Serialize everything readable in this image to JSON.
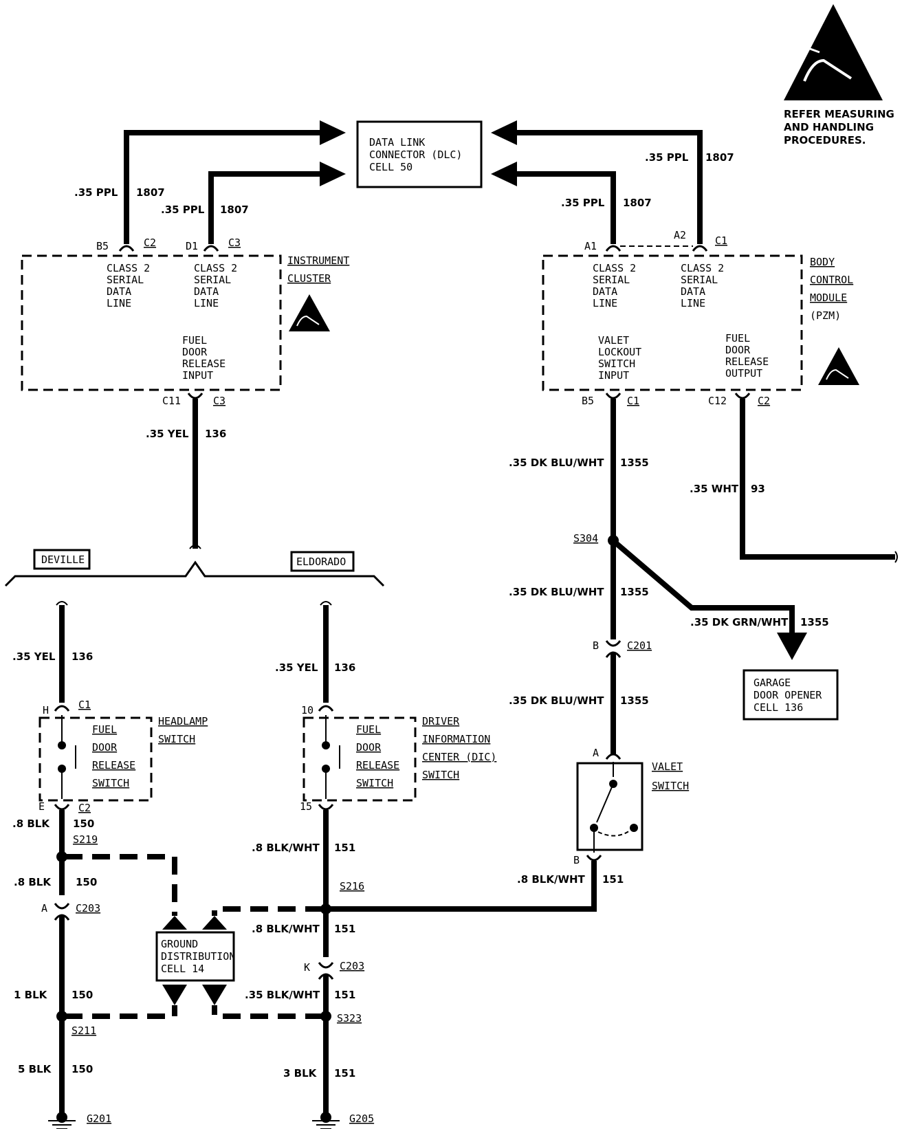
{
  "warning": {
    "line1": "REFER MEASURING",
    "line2": "AND HANDLING",
    "line3": "PROCEDURES."
  },
  "dlc": {
    "line1": "DATA LINK",
    "line2": "CONNECTOR (DLC)",
    "line3": "CELL 50"
  },
  "ic": {
    "name1": "INSTRUMENT",
    "name2": "CLUSTER",
    "csd": [
      "CLASS 2",
      "SERIAL",
      "DATA",
      "LINE"
    ],
    "fuel": [
      "FUEL",
      "DOOR",
      "RELEASE",
      "INPUT"
    ],
    "pin_b5": "B5",
    "conn_c2": "C2",
    "pin_d1": "D1",
    "conn_c3": "C3",
    "pin_c11": "C11",
    "conn_c3b": "C3"
  },
  "bcm": {
    "name1": "BODY",
    "name2": "CONTROL",
    "name3": "MODULE",
    "name4": "(PZM)",
    "csd": [
      "CLASS 2",
      "SERIAL",
      "DATA",
      "LINE"
    ],
    "valet": [
      "VALET",
      "LOCKOUT",
      "SWITCH",
      "INPUT"
    ],
    "fuel": [
      "FUEL",
      "DOOR",
      "RELEASE",
      "OUTPUT"
    ],
    "pin_a1": "A1",
    "pin_a2": "A2",
    "conn_c1": "C1",
    "pin_b5": "B5",
    "conn_c1b": "C1",
    "pin_c12": "C12",
    "conn_c2": "C2"
  },
  "wires": {
    "ppl": ".35 PPL",
    "c1807": "1807",
    "yel": ".35 YEL",
    "c136": "136",
    "dkbluwht": ".35 DK BLU/WHT",
    "c1355": "1355",
    "wht": ".35 WHT",
    "c93": "93",
    "dkgrnwht": ".35 DK GRN/WHT",
    "blk8": ".8 BLK",
    "c150": "150",
    "blk1": "1 BLK",
    "blk5": "5 BLK",
    "blkwht8": ".8 BLK/WHT",
    "c151": "151",
    "blkwht35": ".35 BLK/WHT",
    "blk3": "3 BLK"
  },
  "variants": {
    "deville": "DEVILLE",
    "eldorado": "ELDORADO"
  },
  "headlamp": {
    "name": [
      "HEADLAMP",
      "SWITCH"
    ],
    "inner": [
      "FUEL",
      "DOOR",
      "RELEASE",
      "SWITCH"
    ],
    "pin_h": "H",
    "conn_c1": "C1",
    "pin_e": "E",
    "conn_c2": "C2"
  },
  "dic": {
    "name": [
      "DRIVER",
      "INFORMATION",
      "CENTER (DIC)",
      "SWITCH"
    ],
    "inner": [
      "FUEL",
      "DOOR",
      "RELEASE",
      "SWITCH"
    ],
    "pin_10": "10",
    "pin_15": "15"
  },
  "valet_switch": {
    "name": [
      "VALET",
      "SWITCH"
    ],
    "pin_a": "A",
    "pin_b": "B"
  },
  "garage": {
    "line1": "GARAGE",
    "line2": "DOOR OPENER",
    "line3": "CELL 136"
  },
  "gnd_dist": {
    "line1": "GROUND",
    "line2": "DISTRIBUTION",
    "line3": "CELL 14"
  },
  "splices": {
    "s304": "S304",
    "s219": "S219",
    "s216": "S216",
    "s211": "S211",
    "s323": "S323"
  },
  "connectors": {
    "c201": "C201",
    "c203": "C203",
    "pin_b": "B",
    "pin_a": "A",
    "pin_k": "K"
  },
  "grounds": {
    "g201": "G201",
    "g205": "G205"
  }
}
